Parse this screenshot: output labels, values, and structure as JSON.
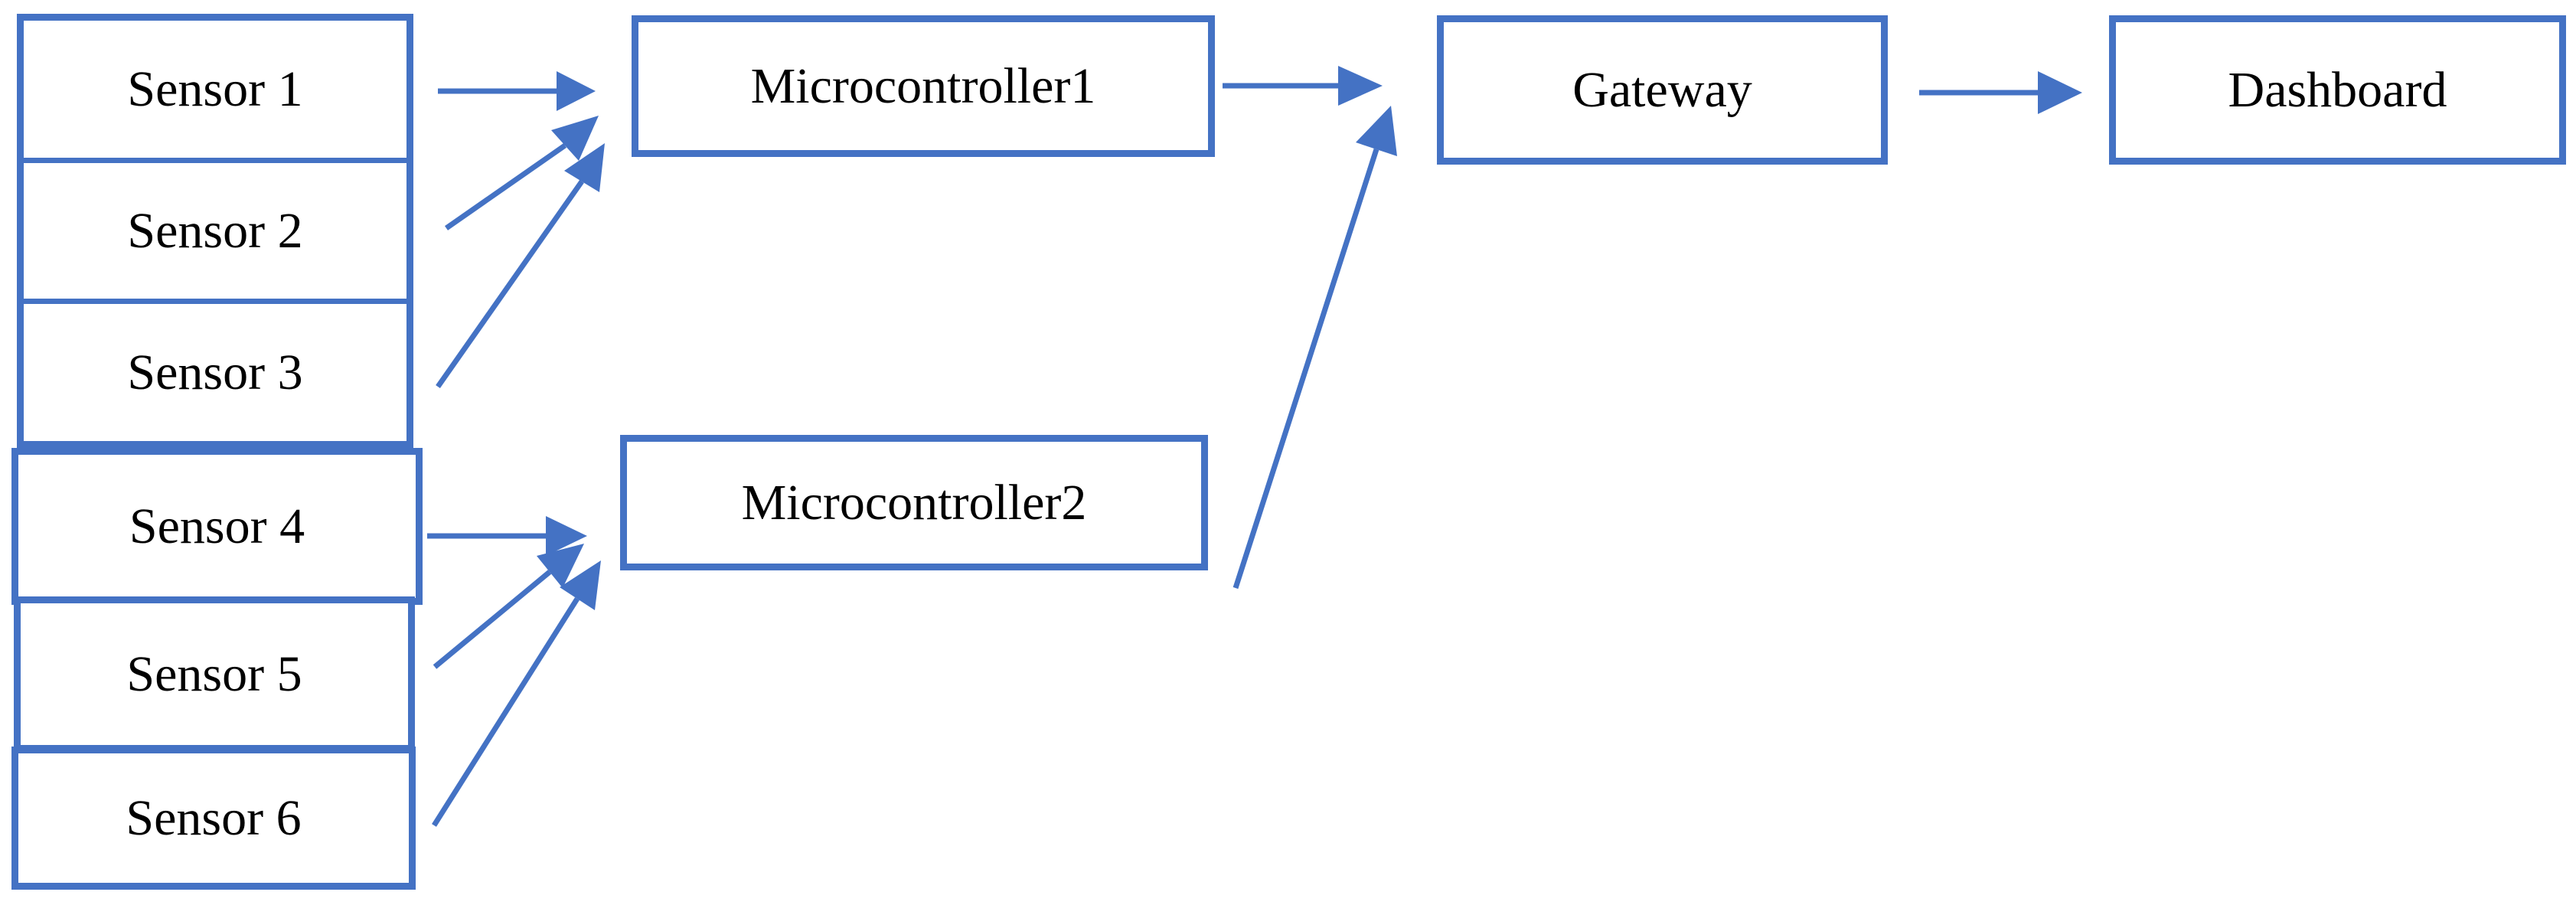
{
  "diagram": {
    "type": "flowchart",
    "background_color": "#ffffff",
    "accent_color": "#4472c4",
    "text_color": "#000000",
    "nodes": [
      {
        "id": "sensor1",
        "label": "Sensor 1"
      },
      {
        "id": "sensor2",
        "label": "Sensor 2"
      },
      {
        "id": "sensor3",
        "label": "Sensor 3"
      },
      {
        "id": "sensor4",
        "label": "Sensor 4"
      },
      {
        "id": "sensor5",
        "label": "Sensor 5"
      },
      {
        "id": "sensor6",
        "label": "Sensor 6"
      },
      {
        "id": "microcontroller1",
        "label": "Microcontroller1"
      },
      {
        "id": "microcontroller2",
        "label": "Microcontroller2"
      },
      {
        "id": "gateway",
        "label": "Gateway"
      },
      {
        "id": "dashboard",
        "label": "Dashboard"
      }
    ],
    "edges": [
      {
        "from": "sensor1",
        "to": "microcontroller1"
      },
      {
        "from": "sensor2",
        "to": "microcontroller1"
      },
      {
        "from": "sensor3",
        "to": "microcontroller1"
      },
      {
        "from": "sensor4",
        "to": "microcontroller2"
      },
      {
        "from": "sensor5",
        "to": "microcontroller2"
      },
      {
        "from": "sensor6",
        "to": "microcontroller2"
      },
      {
        "from": "microcontroller1",
        "to": "gateway"
      },
      {
        "from": "microcontroller2",
        "to": "gateway"
      },
      {
        "from": "gateway",
        "to": "dashboard"
      }
    ]
  }
}
